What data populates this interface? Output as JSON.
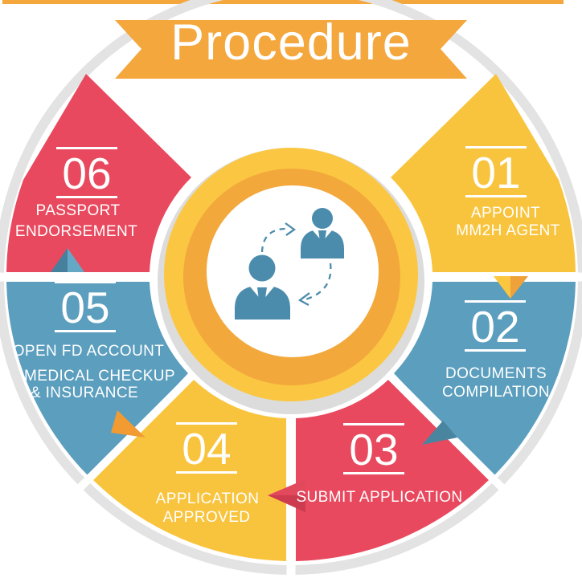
{
  "banner": {
    "text": "Procedure"
  },
  "steps": [
    {
      "num": "01",
      "lines": [
        "APPOINT",
        "MM2H AGENT"
      ],
      "color": "#f9c43d"
    },
    {
      "num": "02",
      "lines": [
        "DOCUMENTS",
        "COMPILATION"
      ],
      "color": "#5b9ebe"
    },
    {
      "num": "03",
      "lines": [
        "SUBMIT APPLICATION"
      ],
      "color": "#e9495e"
    },
    {
      "num": "04",
      "lines": [
        "APPLICATION",
        "APPROVED"
      ],
      "color": "#f9c43d"
    },
    {
      "num": "05",
      "lines": [
        "OPEN FD ACCOUNT",
        "MEDICAL CHECKUP",
        "& INSURANCE"
      ],
      "color": "#5b9ebe"
    },
    {
      "num": "06",
      "lines": [
        "PASSPORT",
        "ENDORSEMENT"
      ],
      "color": "#e9495e"
    }
  ],
  "center": {
    "icon": "people-exchange-icon"
  },
  "colors": {
    "red": "#e9495e",
    "yellow": "#f9c43d",
    "blue": "#5b9ebe",
    "ribbon_orange": "#f4a73c",
    "ring_yellow": "#fbc742",
    "ring_orange": "#f3a83c",
    "ring_gray": "#e3e3e3",
    "icon_blue": "#4b8cad",
    "text": "#ffffff"
  }
}
